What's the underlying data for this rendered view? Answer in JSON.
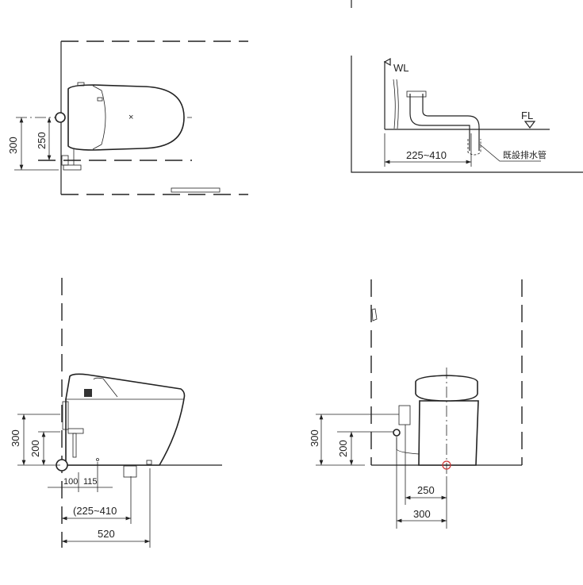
{
  "plan_view": {
    "dim_300": "300",
    "dim_250": "250"
  },
  "piping_view": {
    "wall_label": "WL",
    "floor_label": "FL",
    "dim_range": "225~410",
    "existing_drain_label": "既設排水管"
  },
  "side_view": {
    "dim_300": "300",
    "dim_200": "200",
    "dim_100": "100",
    "dim_115": "115",
    "dim_range": "(225~410",
    "dim_520": "520"
  },
  "front_view": {
    "dim_300": "300",
    "dim_200": "200",
    "dim_250": "250",
    "dim_300_bottom": "300"
  },
  "colors": {
    "line": "#222222",
    "drain_center": "#cc3333"
  }
}
